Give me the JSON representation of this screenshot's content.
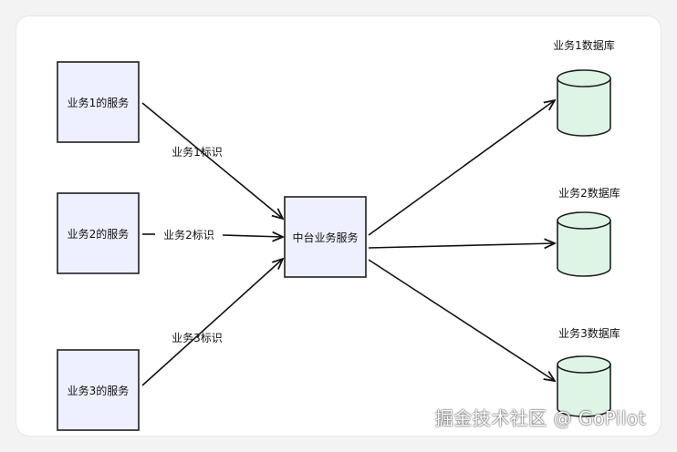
{
  "colors": {
    "box_fill": "#eef0ff",
    "box_stroke": "#1f1f1f",
    "db_fill": "#def5e6",
    "db_stroke": "#1f1f1f",
    "edge": "#111111",
    "page_bg": "#f3f3f3",
    "canvas_bg": "#ffffff"
  },
  "nodes": {
    "service1": "业务1的服务",
    "service2": "业务2的服务",
    "service3": "业务3的服务",
    "middle": "中台业务服务"
  },
  "edge_labels": {
    "id1": "业务1标识",
    "id2": "业务2标识",
    "id3": "业务3标识"
  },
  "databases": {
    "db1": "业务1数据库",
    "db2": "业务2数据库",
    "db3": "业务3数据库"
  },
  "watermark": "掘金技术社区 @ GoPilot"
}
